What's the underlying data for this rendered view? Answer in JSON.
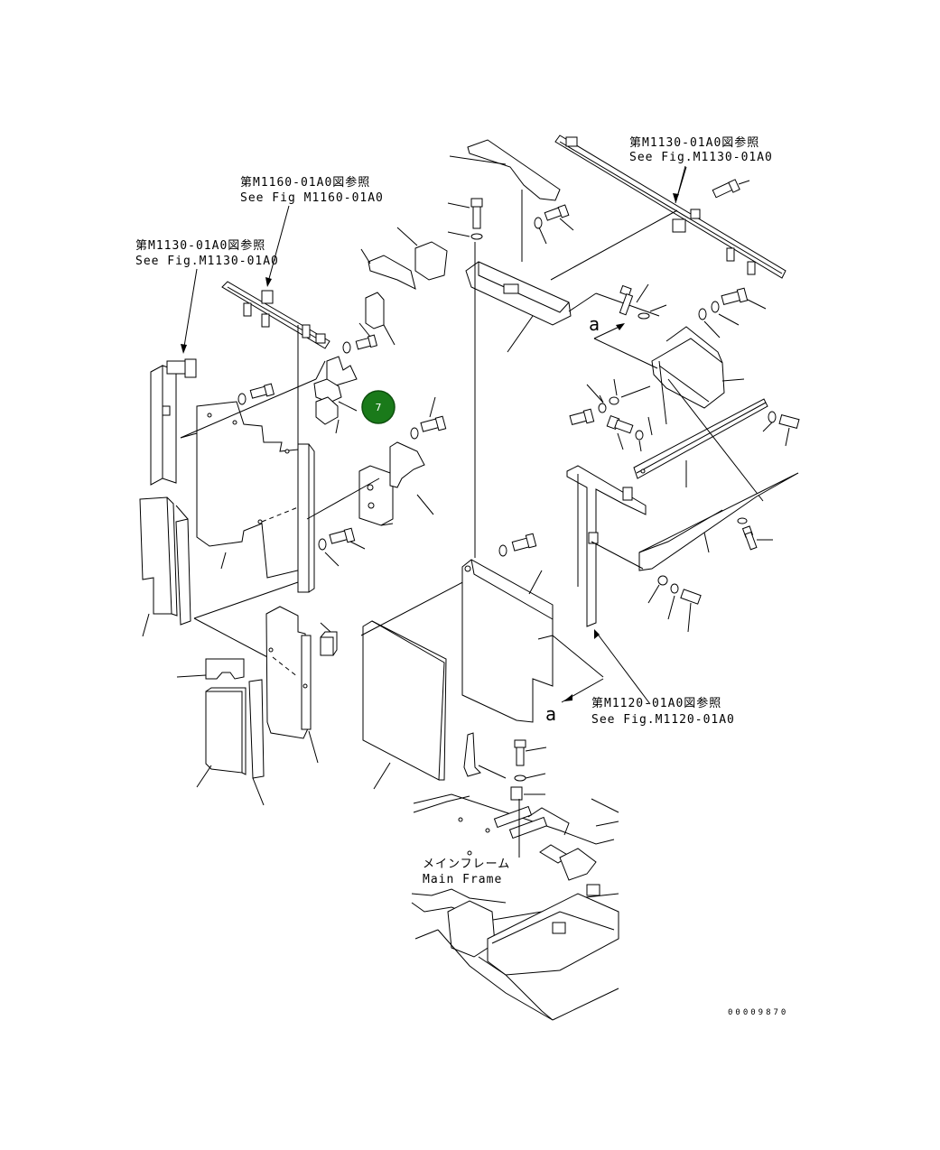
{
  "references": {
    "top_right_jp": "第M1130-01A0図参照",
    "top_right_en": "See Fig.M1130-01A0",
    "top_center_jp": "第M1160-01A0図参照",
    "top_center_en": "See Fig M1160-01A0",
    "left_jp": "第M1130-01A0図参照",
    "left_en": "See Fig.M1130-01A0",
    "bottom_right_jp": "第M1120-01A0図参照",
    "bottom_right_en": "See Fig.M1120-01A0"
  },
  "view_markers": {
    "upper": "a",
    "lower": "a"
  },
  "main_frame": {
    "jp": "メインフレーム",
    "en": "Main Frame"
  },
  "callout": {
    "number": "7",
    "color": "#1a7a1a"
  },
  "drawing_number": "00009870"
}
